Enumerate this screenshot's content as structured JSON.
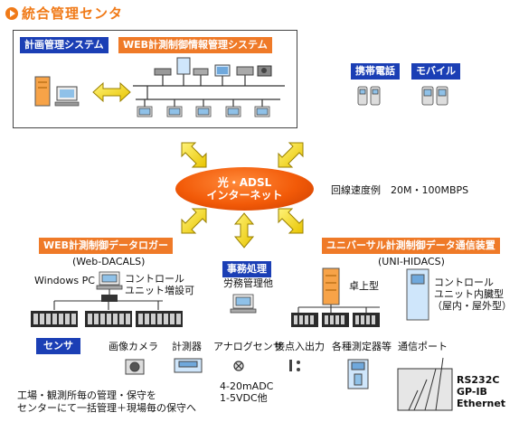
{
  "header": {
    "title": "統合管理センタ"
  },
  "center": {
    "plan_system": "計画管理システム",
    "web_info_system": "WEB計測制御情報管理システム"
  },
  "mobile": {
    "phone": "携帯電話",
    "mobile": "モバイル"
  },
  "network": {
    "line1": "光・ADSL",
    "line2": "インターネット",
    "speed": "回線速度例　20M・100MBPS"
  },
  "logger": {
    "label": "WEB計測制御データロガー",
    "product": "(Web-DACALS)",
    "windows_pc": "Windows PC",
    "control_unit": [
      "コントロール",
      "ユニット増設可"
    ]
  },
  "office": {
    "label": "事務処理",
    "sub": "労務管理他"
  },
  "comm": {
    "label": "ユニバーサル計測制御データ通信装置",
    "product": "(UNI-HIDACS)",
    "desktop": "卓上型",
    "control_unit": [
      "コントロール",
      "ユニット内臓型",
      "（屋内・屋外型）"
    ]
  },
  "sensors": {
    "label": "センサ",
    "items": [
      "画像カメラ",
      "計測器",
      "アナログセンサ",
      "接点入出力",
      "各種測定器等",
      "通信ポート"
    ],
    "analog_spec": [
      "4-20mADC",
      "1-5VDC他"
    ],
    "port_spec": [
      "RS232C",
      "GP-IB",
      "Ethernet"
    ]
  },
  "footer": [
    "工場・観測所毎の管理・保守を",
    "センターにて一括管理＋現場毎の保守へ"
  ],
  "colors": {
    "accent": "#f07a18",
    "blue_label": "#1b3fb5",
    "orange_label": "#ef7a28",
    "arrow": "#ffe830"
  }
}
